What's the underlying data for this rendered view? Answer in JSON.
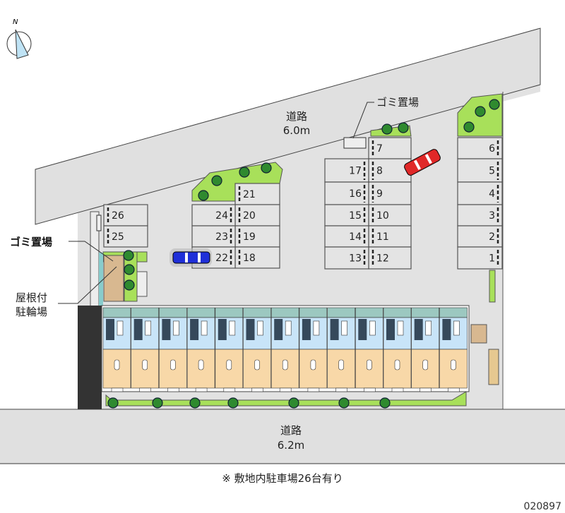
{
  "roads": {
    "top": {
      "name": "道路",
      "width": "6.0m"
    },
    "bottom": {
      "name": "道路",
      "width": "6.2m"
    }
  },
  "labels": {
    "garbage_top": "ゴミ置場",
    "garbage_left": "ゴミ置場",
    "bike_line1": "屋根付",
    "bike_line2": "駐輪場"
  },
  "compass": {
    "north": "N"
  },
  "parking_spots": [
    "1",
    "2",
    "3",
    "4",
    "5",
    "6",
    "7",
    "8",
    "9",
    "10",
    "11",
    "12",
    "13",
    "14",
    "15",
    "16",
    "17",
    "18",
    "19",
    "20",
    "21",
    "22",
    "23",
    "24",
    "25",
    "26"
  ],
  "note": "※ 敷地内駐車場26台有り",
  "code": "020897",
  "colors": {
    "road": "#e0e0e0",
    "green": "#a8e05a",
    "unit_blue": "#c8e4f8",
    "unit_peach": "#f8d8a8",
    "car_blue": "#1f2fd8",
    "car_red": "#e02828"
  }
}
